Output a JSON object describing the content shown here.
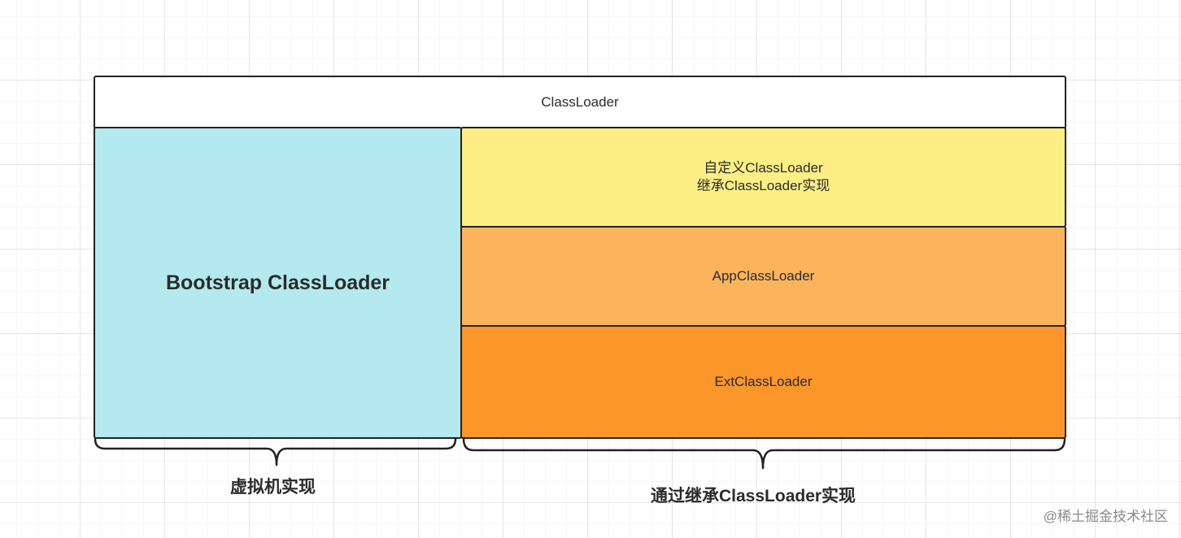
{
  "boxes": {
    "classloader": "ClassLoader",
    "bootstrap": "Bootstrap ClassLoader",
    "custom_line1": "自定义ClassLoader",
    "custom_line2": "继承ClassLoader实现",
    "app": "AppClassLoader",
    "ext": "ExtClassLoader"
  },
  "labels": {
    "left": "虚拟机实现",
    "right": "通过继承ClassLoader实现"
  },
  "watermark": "@稀土掘金技术社区",
  "colors": {
    "classloader": "#ffffff",
    "bootstrap": "#b3e9ef",
    "custom": "#fdef84",
    "app": "#fbb45c",
    "ext": "#fa962a"
  }
}
